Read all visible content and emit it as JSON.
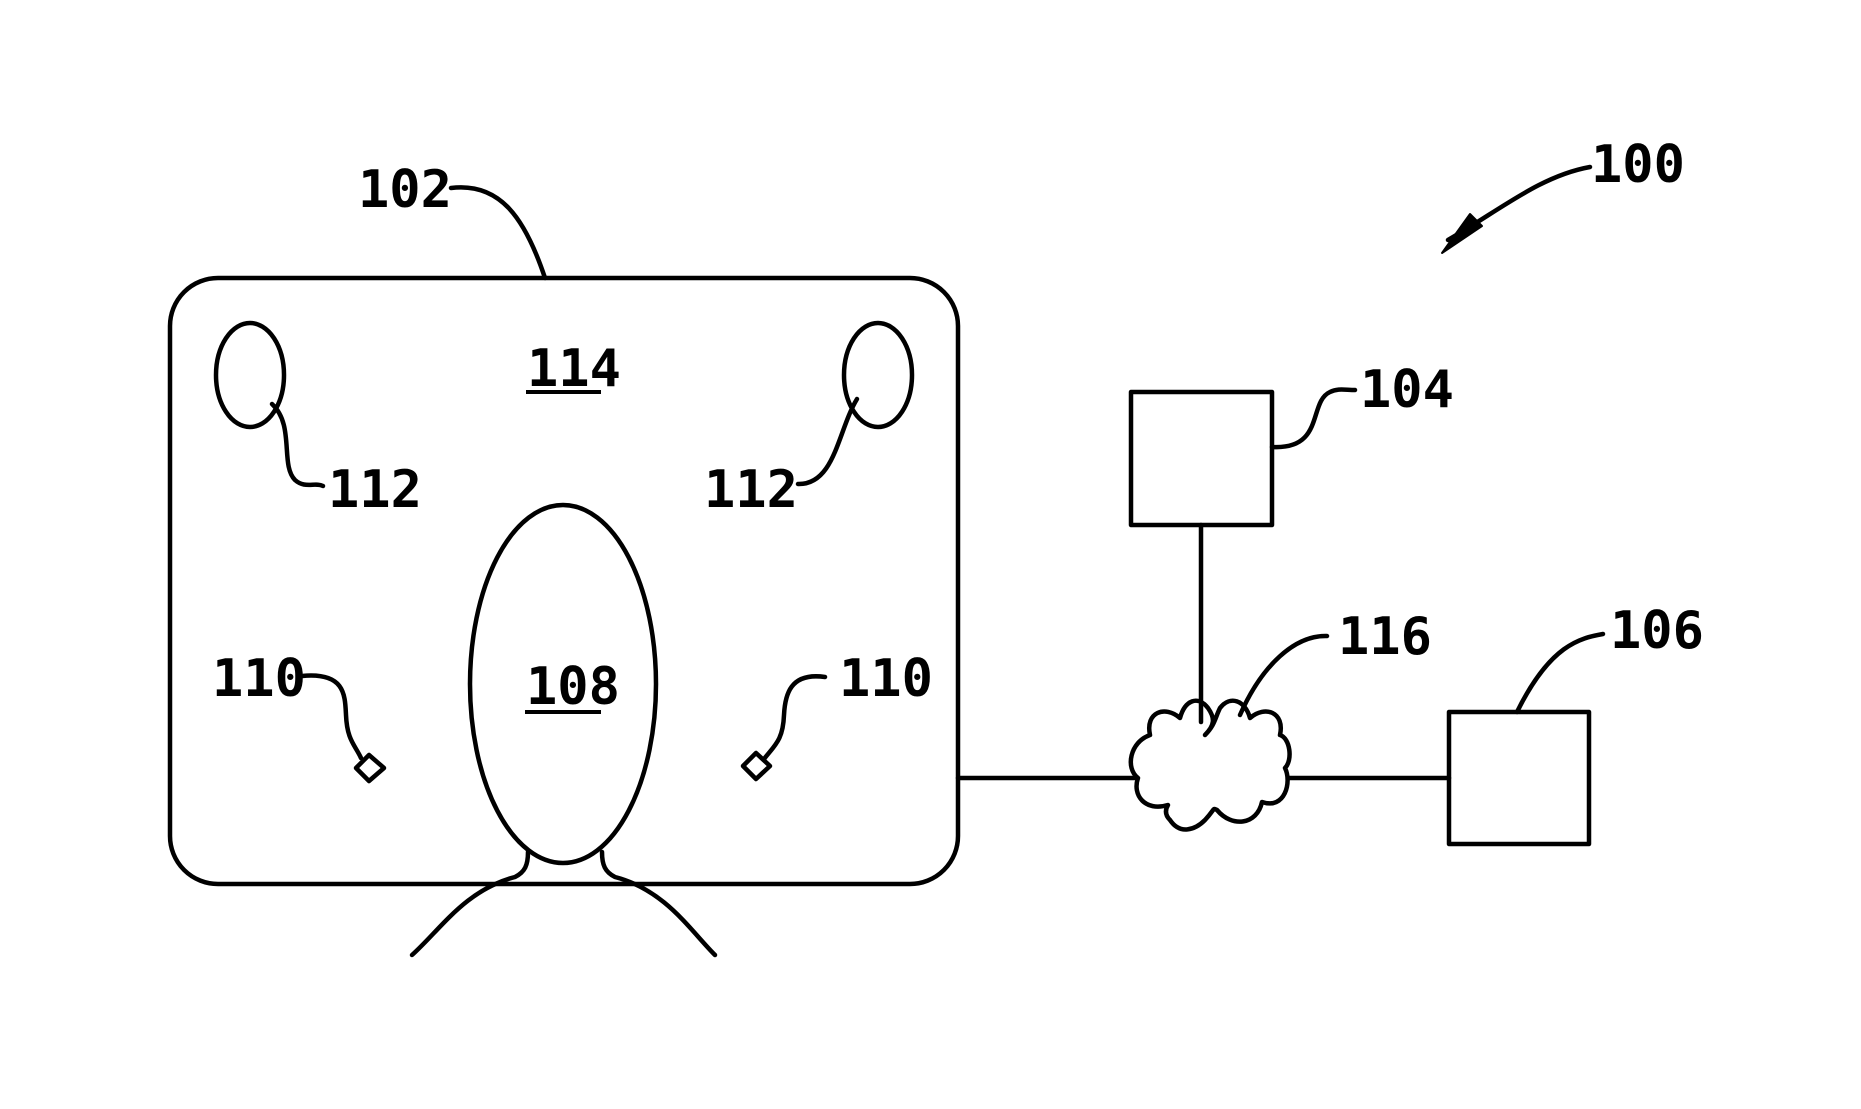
{
  "figure": {
    "labels": {
      "system": "100",
      "display": "102",
      "device_a": "104",
      "device_b": "106",
      "user": "108",
      "sensor": "110",
      "speaker": "112",
      "screen": "114",
      "network": "116"
    }
  }
}
